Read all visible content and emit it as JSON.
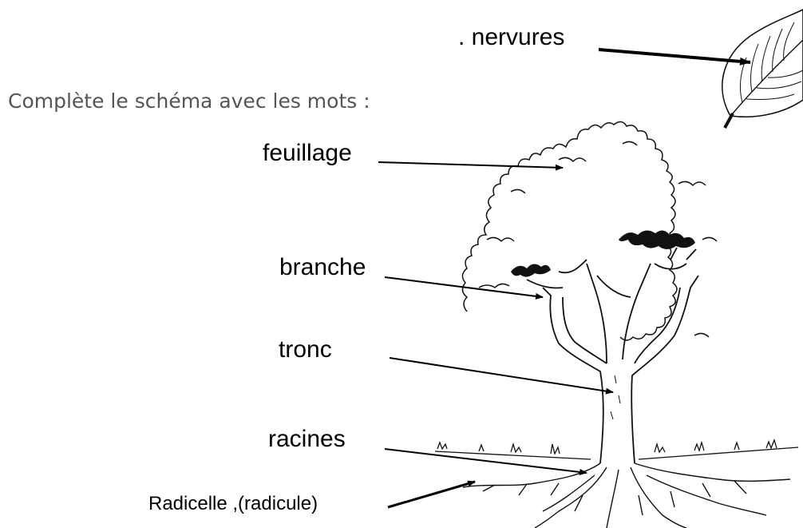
{
  "instruction": "Complète le schéma avec les mots :",
  "labels": {
    "nervures": ". nervures",
    "feuillage": "feuillage",
    "branche": "branche",
    "tronc": "tronc",
    "racines": "racines",
    "radicelle": "Radicelle ,(radicule)"
  }
}
